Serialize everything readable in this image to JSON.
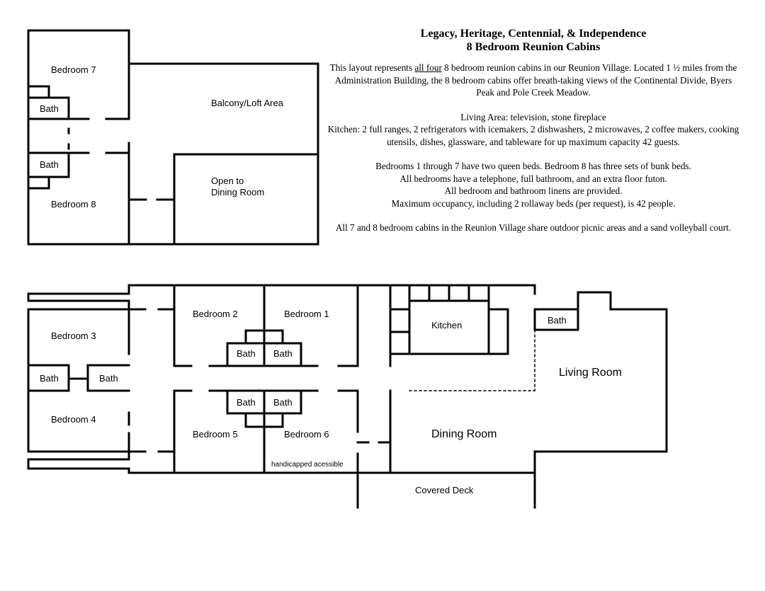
{
  "header": {
    "title_line1": "Legacy, Heritage, Centennial, & Independence",
    "title_line2": "8 Bedroom Reunion Cabins"
  },
  "description": {
    "intro_pre": "This layout represents ",
    "intro_underlined": "all four",
    "intro_post": " 8 bedroom reunion cabins in our Reunion Village. Located 1 ½ miles from the Administration Building, the 8 bedroom cabins offer breath-taking views of the Continental Divide, Byers Peak and Pole Creek Meadow.",
    "amenities_living": "Living Area:  television, stone fireplace",
    "amenities_kitchen": "Kitchen:  2 full ranges, 2 refrigerators with icemakers, 2 dishwashers, 2 microwaves, 2 coffee makers, cooking utensils, dishes, glassware, and tableware for up maximum capacity 42 guests.",
    "bedrooms_beds": "Bedrooms 1 through 7 have two queen beds. Bedroom 8 has three sets of bunk beds.",
    "bedrooms_features": "All bedrooms have a telephone, full bathroom, and an extra floor futon.",
    "linens": "All bedroom and bathroom linens are provided.",
    "occupancy": "Maximum occupancy, including 2 rollaway beds (per request), is 42 people.",
    "shared": "All 7 and 8 bedroom cabins in the Reunion Village share outdoor picnic areas and a sand volleyball court."
  },
  "upper_floor": {
    "bedroom7": "Bedroom 7",
    "bath_a": "Bath",
    "bath_b": "Bath",
    "bedroom8": "Bedroom 8",
    "balcony": "Balcony/Loft Area",
    "open_line1": "Open to",
    "open_line2": "Dining Room"
  },
  "main_floor": {
    "bedroom3": "Bedroom 3",
    "bath_left": "Bath",
    "bath_right": "Bath",
    "bedroom4": "Bedroom 4",
    "bedroom2": "Bedroom 2",
    "bedroom1": "Bedroom 1",
    "bath_top_left": "Bath",
    "bath_top_right": "Bath",
    "bath_bottom_left": "Bath",
    "bath_bottom_right": "Bath",
    "bedroom5": "Bedroom 5",
    "bedroom6": "Bedroom 6",
    "accessible": "handicapped acessible",
    "kitchen": "Kitchen",
    "bath_living": "Bath",
    "living_room": "Living Room",
    "dining_room": "Dining Room",
    "covered_deck": "Covered Deck"
  }
}
